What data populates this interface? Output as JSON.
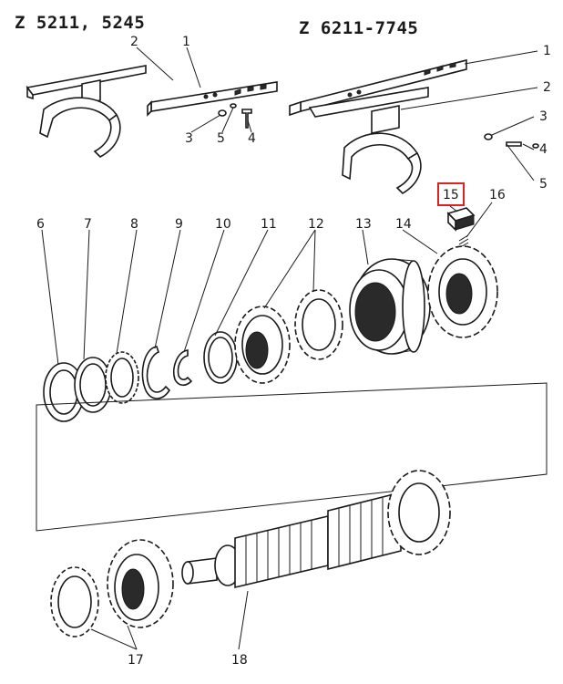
{
  "headers": {
    "left": "Z  5211, 5245",
    "right": "Z  6211-7745"
  },
  "labels": {
    "p2l": "2",
    "p1l": "1",
    "p3l": "3",
    "p5l": "5",
    "p4l": "4",
    "p1r": "1",
    "p2r": "2",
    "p3r": "3",
    "p4r": "4",
    "p5r": "5",
    "p15": "15",
    "p16": "16",
    "p6": "6",
    "p7": "7",
    "p8": "8",
    "p9": "9",
    "p10": "10",
    "p11": "11",
    "p12": "12",
    "p13": "13",
    "p14": "14",
    "p17": "17",
    "p18": "18"
  },
  "colors": {
    "highlight": "#dd2222",
    "ink": "#1a1a1a",
    "background": "#ffffff"
  }
}
